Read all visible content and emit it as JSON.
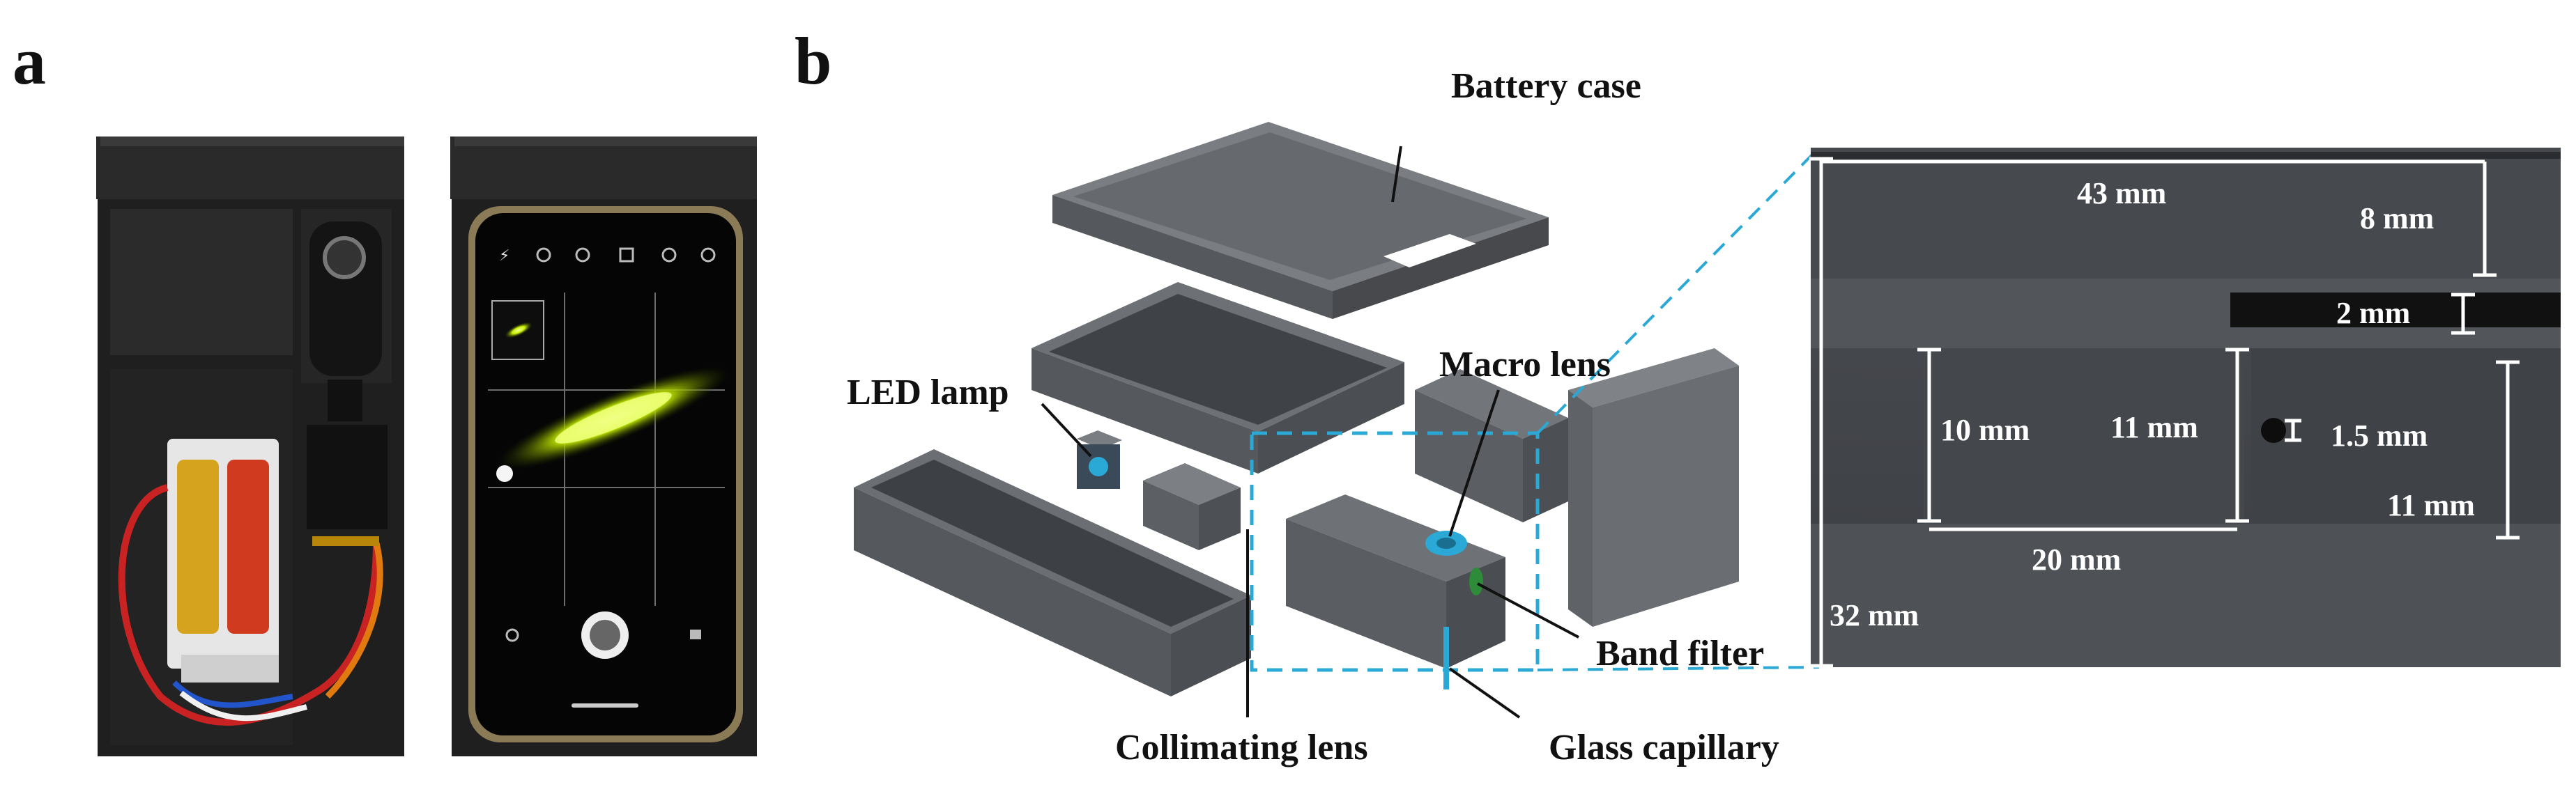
{
  "panels": {
    "a": {
      "letter": "a"
    },
    "b": {
      "letter": "b"
    }
  },
  "callouts": {
    "battery_case": "Battery case",
    "macro_lens": "Macro lens",
    "led_lamp": "LED lamp",
    "band_filter": "Band filter",
    "collimating_lens": "Collimating lens",
    "glass_capillary": "Glass capillary"
  },
  "dimensions": {
    "d43": "43 mm",
    "d8": "8 mm",
    "d2": "2 mm",
    "d10": "10 mm",
    "d11a": "11 mm",
    "d15": "1.5 mm",
    "d11b": "11 mm",
    "d20": "20 mm",
    "d32": "32 mm"
  },
  "colors": {
    "device_black": "#1d1d1d",
    "model_gray": "#5c5f63",
    "accent_cyan": "#2aa9d6",
    "fluorescence": "#c8f000",
    "filter_green": "#2e8b3a"
  }
}
